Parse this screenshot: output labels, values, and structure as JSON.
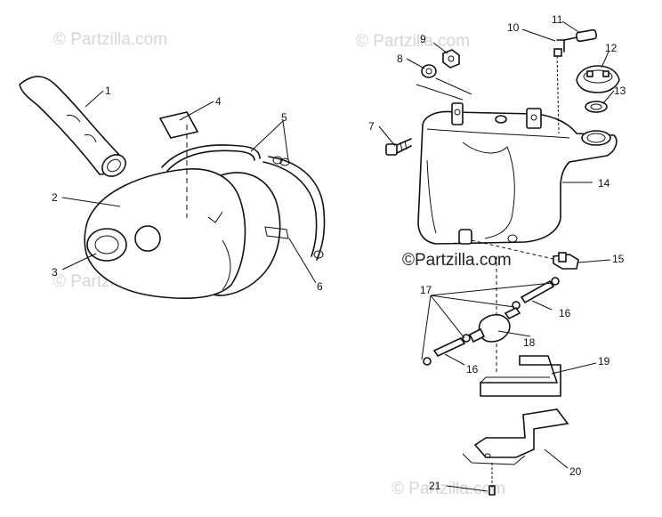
{
  "watermarks": [
    "© Partzilla.com",
    "© Partzilla.com",
    "© Partzilla.com",
    "© Partzilla.com",
    "©Partzilla.com"
  ],
  "callouts": [
    "1",
    "2",
    "3",
    "4",
    "5",
    "6",
    "7",
    "8",
    "9",
    "10",
    "11",
    "12",
    "13",
    "14",
    "15",
    "16",
    "17",
    "16",
    "18",
    "19",
    "20",
    "21"
  ]
}
